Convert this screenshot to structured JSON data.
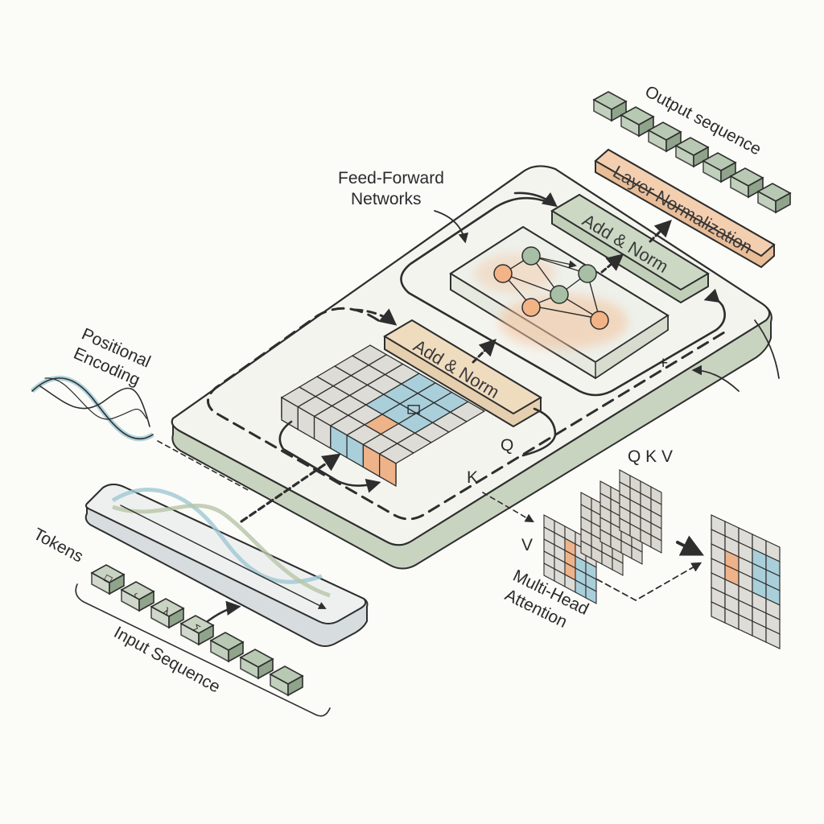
{
  "labels": {
    "output_sequence": "Output sequence",
    "layer_normalization": "Layer Normalization",
    "feed_forward_line1": "Feed-Forward",
    "feed_forward_line2": "Networks",
    "add_norm_top": "Add & Norm",
    "add_norm_mid": "Add & Norm",
    "positional_line1": "Positional",
    "positional_line2": "Encoding",
    "tokens": "Tokens",
    "input_sequence": "Input Sequence",
    "q": "Q",
    "k": "K",
    "v": "V",
    "qkv": "Q K V",
    "multi_head_line1": "Multi-Head",
    "multi_head_line2": "Attention",
    "plus": "+"
  },
  "token_glyphs": [
    "◻",
    "‹",
    "λ",
    "Σ",
    "",
    "",
    ""
  ],
  "colors": {
    "sage": "#b8c9b3",
    "sage_dark": "#9fb39a",
    "peach": "#f2c6a4",
    "orange": "#efb389",
    "teal": "#a9cfda",
    "teal_dark": "#8fc1cf",
    "grey_cell": "#dedcd6",
    "ink": "#2e2e2e",
    "platform_top": "#f4f4ef",
    "platform_side": "#c9d4c0"
  }
}
